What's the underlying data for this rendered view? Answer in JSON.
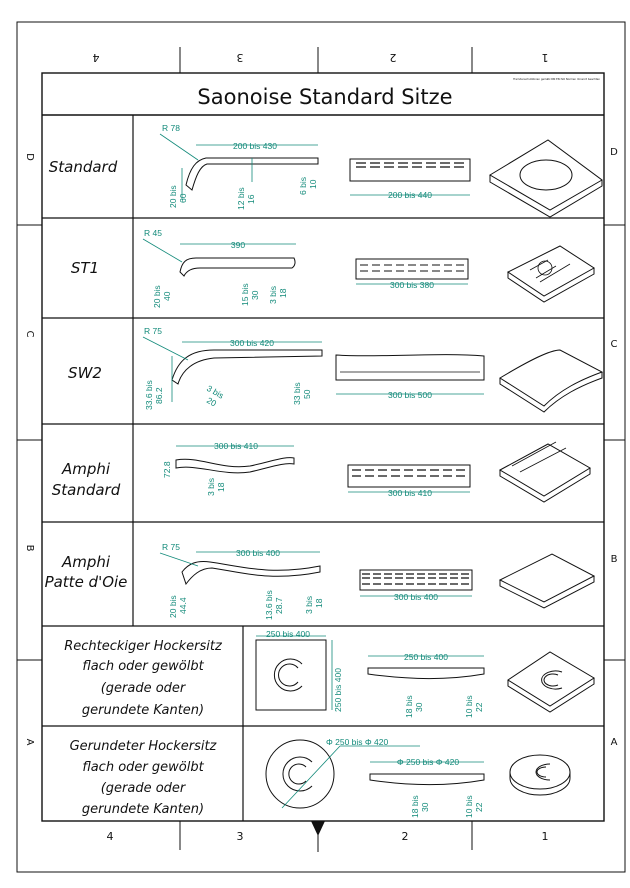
{
  "title": "Saonoise Standard Sitze",
  "title_block_small": "Fremdenschutzlinien gemäß DIN EN ISO Normen Vorwort beachten",
  "zone_columns": [
    "4",
    "3",
    "2",
    "1"
  ],
  "zone_rows_left": [
    "D",
    "C",
    "B",
    "A"
  ],
  "zone_rows_right": [
    "D",
    "C",
    "B",
    "A"
  ],
  "rows": [
    {
      "label": "Standard",
      "dims": {
        "r": "R 78",
        "len": "200 bis  430",
        "h1": "20 bis 60",
        "h2": "12 bis 16",
        "h3": "6 bis 10",
        "top": "200 bis  440"
      }
    },
    {
      "label": "ST1",
      "dims": {
        "r": "R 45",
        "len": "390",
        "h1": "20 bis 40",
        "h2": "15 bis 30",
        "h3": "3 bis 18",
        "top": "300 bis  380"
      }
    },
    {
      "label": "SW2",
      "dims": {
        "r": "R 75",
        "len": "300 bis  420",
        "h1": "33.6 bis 86.2",
        "h2": "3 bis 20",
        "h3": "33 bis 50",
        "top": "300 bis  500"
      }
    },
    {
      "label": "Amphi Standard",
      "dims": {
        "len": "300 bis  410",
        "h1": "72.8",
        "h2": "3 bis 18",
        "top": "300 bis  410"
      }
    },
    {
      "label": "Amphi Patte d'Oie",
      "dims": {
        "r": "R 75",
        "len": "300 bis  400",
        "h1": "20 bis 44.4",
        "h2": "13.6 bis 28.7",
        "h3": "3 bis 18",
        "top": "300 bis  400"
      }
    },
    {
      "label": "Rechteckiger Hockersitz flach oder gewölbt (gerade oder gerundete Kanten)",
      "dims": {
        "w": "250 bis  400",
        "h": "250 bis  400",
        "len": "250 bis  400",
        "h1": "18 bis 30",
        "h2": "10 bis 22"
      }
    },
    {
      "label": "Gerundeter Hockersitz flach oder gewölbt (gerade oder gerundete Kanten)",
      "dims": {
        "dia": "Φ 250 bis  Φ  420",
        "len": "Φ 250 bis  Φ  420",
        "h1": "18 bis 30",
        "h2": "10 bis 22"
      }
    }
  ],
  "labels": {
    "row1": "Standard",
    "row2": "ST1",
    "row3": "SW2",
    "row4a": "Amphi",
    "row4b": "Standard",
    "row5a": "Amphi",
    "row5b": "Patte d'Oie",
    "row6a": "Rechteckiger Hockersitz",
    "row6b": "flach oder gewölbt",
    "row6c": "(gerade oder",
    "row6d": "gerundete Kanten)",
    "row7a": "Gerundeter Hockersitz",
    "row7b": "flach oder gewölbt",
    "row7c": "(gerade oder",
    "row7d": "gerundete Kanten)"
  },
  "d": {
    "r1_r": "R 78",
    "r1_len": "200 bis  430",
    "r1_h1a": "20 bis",
    "r1_h1b": "60",
    "r1_h2a": "12 bis",
    "r1_h2b": "16",
    "r1_h3a": "6 bis",
    "r1_h3b": "10",
    "r1_top": "200 bis  440",
    "r2_r": "R 45",
    "r2_len": "390",
    "r2_h1a": "20 bis",
    "r2_h1b": "40",
    "r2_h2a": "15 bis",
    "r2_h2b": "30",
    "r2_h3a": "3 bis",
    "r2_h3b": "18",
    "r2_top": "300 bis  380",
    "r3_r": "R 75",
    "r3_len": "300 bis  420",
    "r3_h1a": "33.6 bis",
    "r3_h1b": "86.2",
    "r3_h2a": "3 bis",
    "r3_h2b": "20",
    "r3_h3a": "33 bis",
    "r3_h3b": "50",
    "r3_top": "300 bis  500",
    "r4_len": "300 bis  410",
    "r4_h1": "72.8",
    "r4_h2a": "3 bis",
    "r4_h2b": "18",
    "r4_top": "300 bis  410",
    "r5_r": "R 75",
    "r5_len": "300 bis  400",
    "r5_h1a": "20 bis",
    "r5_h1b": "44.4",
    "r5_h2a": "13.6 bis",
    "r5_h2b": "28.7",
    "r5_h3a": "3 bis",
    "r5_h3b": "18",
    "r5_top": "300 bis  400",
    "r6_w": "250 bis  400",
    "r6_h": "250 bis  400",
    "r6_len": "250 bis  400",
    "r6_h1a": "18 bis",
    "r6_h1b": "30",
    "r6_h2a": "10 bis",
    "r6_h2b": "22",
    "r7_dia": "Φ 250 bis  Φ  420",
    "r7_len": "Φ 250 bis  Φ  420",
    "r7_h1a": "18 bis",
    "r7_h1b": "30",
    "r7_h2a": "10 bis",
    "r7_h2b": "22"
  },
  "colors": {
    "dimension": "#128a7a",
    "line": "#111111",
    "paper": "#ffffff"
  }
}
